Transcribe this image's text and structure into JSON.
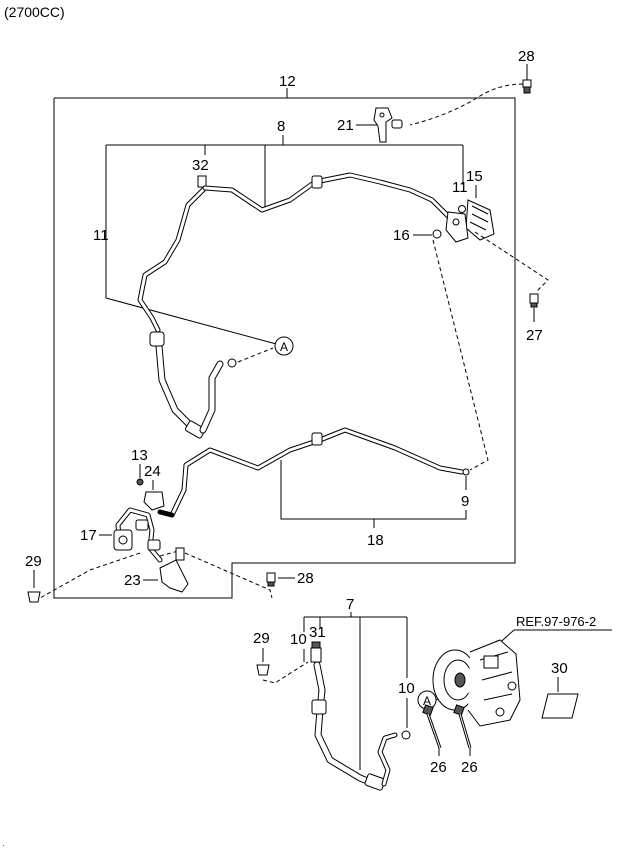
{
  "variant_label": "(2700CC)",
  "reference_label": "REF.97-976-2",
  "marker_letter": "A",
  "callouts": {
    "c28_top": "28",
    "c12": "12",
    "c21": "21",
    "c8": "8",
    "c32": "32",
    "c11_left": "11",
    "c11_right": "11",
    "c15": "15",
    "c16": "16",
    "c27": "27",
    "c13": "13",
    "c24": "24",
    "c17": "17",
    "c9": "9",
    "c18": "18",
    "c29_left": "29",
    "c23": "23",
    "c28_bottom": "28",
    "c7": "7",
    "c29_bottom": "29",
    "c10_left": "10",
    "c31": "31",
    "c10_right": "10",
    "c30": "30",
    "c26_left": "26",
    "c26_right": "26"
  },
  "icons": [
    "bolt-icon",
    "o-ring-icon",
    "bracket-icon",
    "receiver-drier-icon",
    "compressor-icon",
    "hose-clamp-icon",
    "label-sticker-icon"
  ]
}
